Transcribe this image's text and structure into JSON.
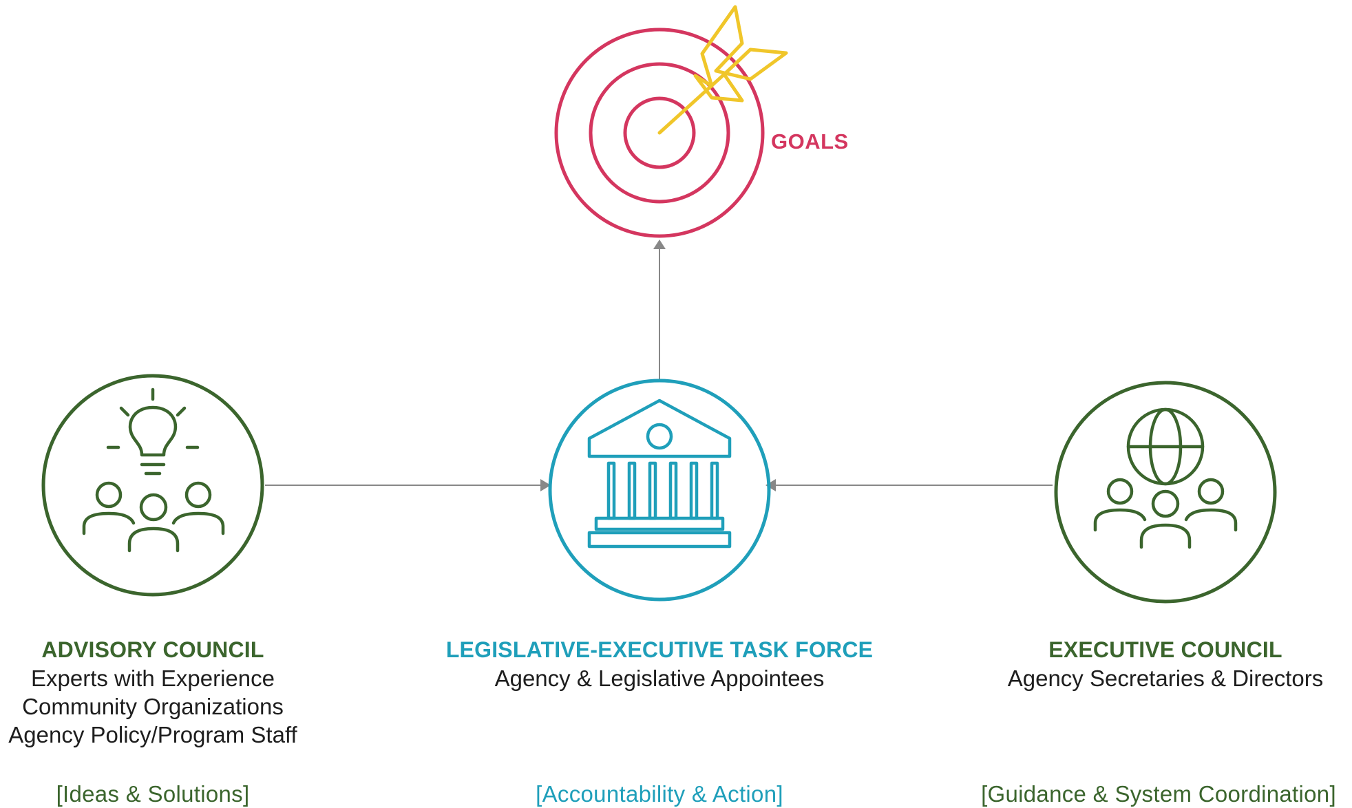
{
  "colors": {
    "green": "#3b652d",
    "teal": "#1f9fba",
    "crimson": "#d4365f",
    "gold": "#f0c62a",
    "connector": "#888888",
    "text": "#1e1e1e"
  },
  "goals": {
    "label": "GOALS",
    "icon": "target-with-arrow-icon"
  },
  "advisory": {
    "icon": "lightbulb-people-icon",
    "title": "ADVISORY COUNCIL",
    "lines": [
      "Experts with Experience",
      "Community Organizations",
      "Agency Policy/Program Staff"
    ],
    "tag": "[Ideas & Solutions]"
  },
  "task_force": {
    "icon": "government-building-icon",
    "title": "LEGISLATIVE-EXECUTIVE TASK FORCE",
    "lines": [
      "Agency & Legislative Appointees"
    ],
    "tag": "[Accountability & Action]"
  },
  "executive": {
    "icon": "globe-people-icon",
    "title": "EXECUTIVE COUNCIL",
    "lines": [
      "Agency Secretaries & Directors"
    ],
    "tag": "[Guidance & System Coordination]"
  }
}
